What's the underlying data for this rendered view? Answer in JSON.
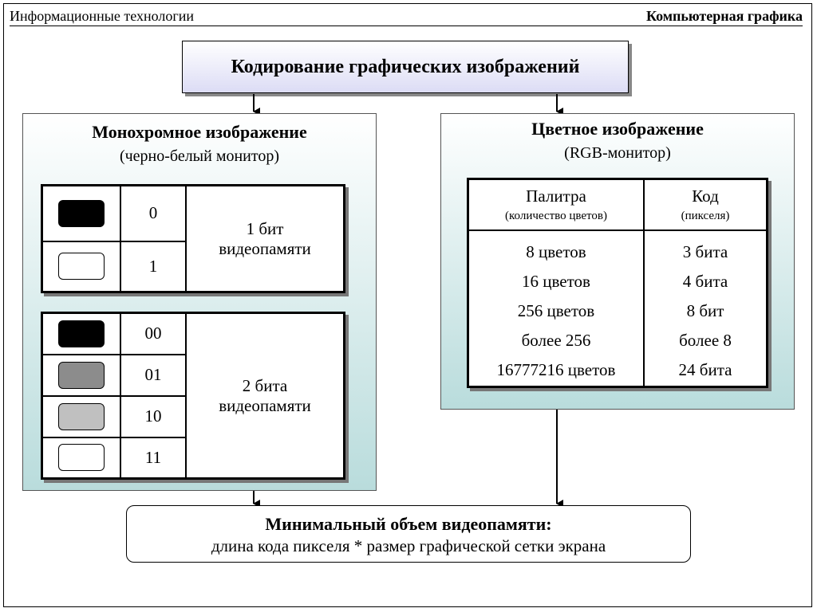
{
  "header": {
    "left": "Информационные технологии",
    "right": "Компьютерная графика"
  },
  "title": "Кодирование графических изображений",
  "mono": {
    "title": "Монохромное изображение",
    "subtitle": "(черно-белый монитор)",
    "table1": {
      "codes": [
        "0",
        "1"
      ],
      "colors": [
        "#000000",
        "#ffffff"
      ],
      "label_line1": "1 бит",
      "label_line2": "видеопамяти"
    },
    "table2": {
      "codes": [
        "00",
        "01",
        "10",
        "11"
      ],
      "colors": [
        "#000000",
        "#8c8c8c",
        "#c0c0c0",
        "#ffffff"
      ],
      "label_line1": "2 бита",
      "label_line2": "видеопамяти"
    }
  },
  "color": {
    "title": "Цветное изображение",
    "subtitle": "(RGB-монитор)",
    "col1_header": "Палитра",
    "col1_sub": "(количество цветов)",
    "col2_header": "Код",
    "col2_sub": "(пикселя)",
    "palette": [
      "8 цветов",
      "16 цветов",
      "256 цветов",
      "более 256",
      "16777216 цветов"
    ],
    "code": [
      "3 бита",
      "4 бита",
      "8 бит",
      "более 8",
      "24 бита"
    ]
  },
  "bottom": {
    "line1": "Минимальный объем видеопамяти:",
    "line2": "длина кода пикселя * размер графической сетки экрана"
  }
}
